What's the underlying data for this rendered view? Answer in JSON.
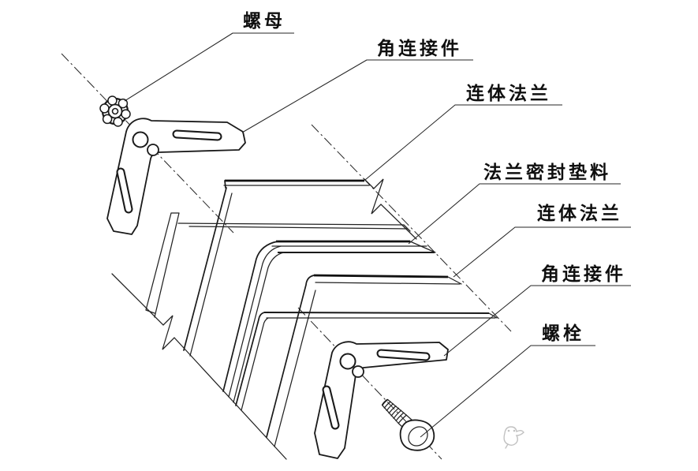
{
  "figure": {
    "kind": "exploded isometric technical drawing",
    "background_color": "#ffffff",
    "line_color": "#1a1a1a",
    "label_color": "#0f0f0f",
    "watermark_color": "#c2c2c2"
  },
  "labels": [
    {
      "id": "nut",
      "text": "螺母"
    },
    {
      "id": "corner-connector-top",
      "text": "角连接件"
    },
    {
      "id": "flange-upper",
      "text": "连体法兰"
    },
    {
      "id": "gasket",
      "text": "法兰密封垫料"
    },
    {
      "id": "flange-lower",
      "text": "连体法兰"
    },
    {
      "id": "corner-connector-bottom",
      "text": "角连接件"
    },
    {
      "id": "bolt",
      "text": "螺栓"
    }
  ]
}
